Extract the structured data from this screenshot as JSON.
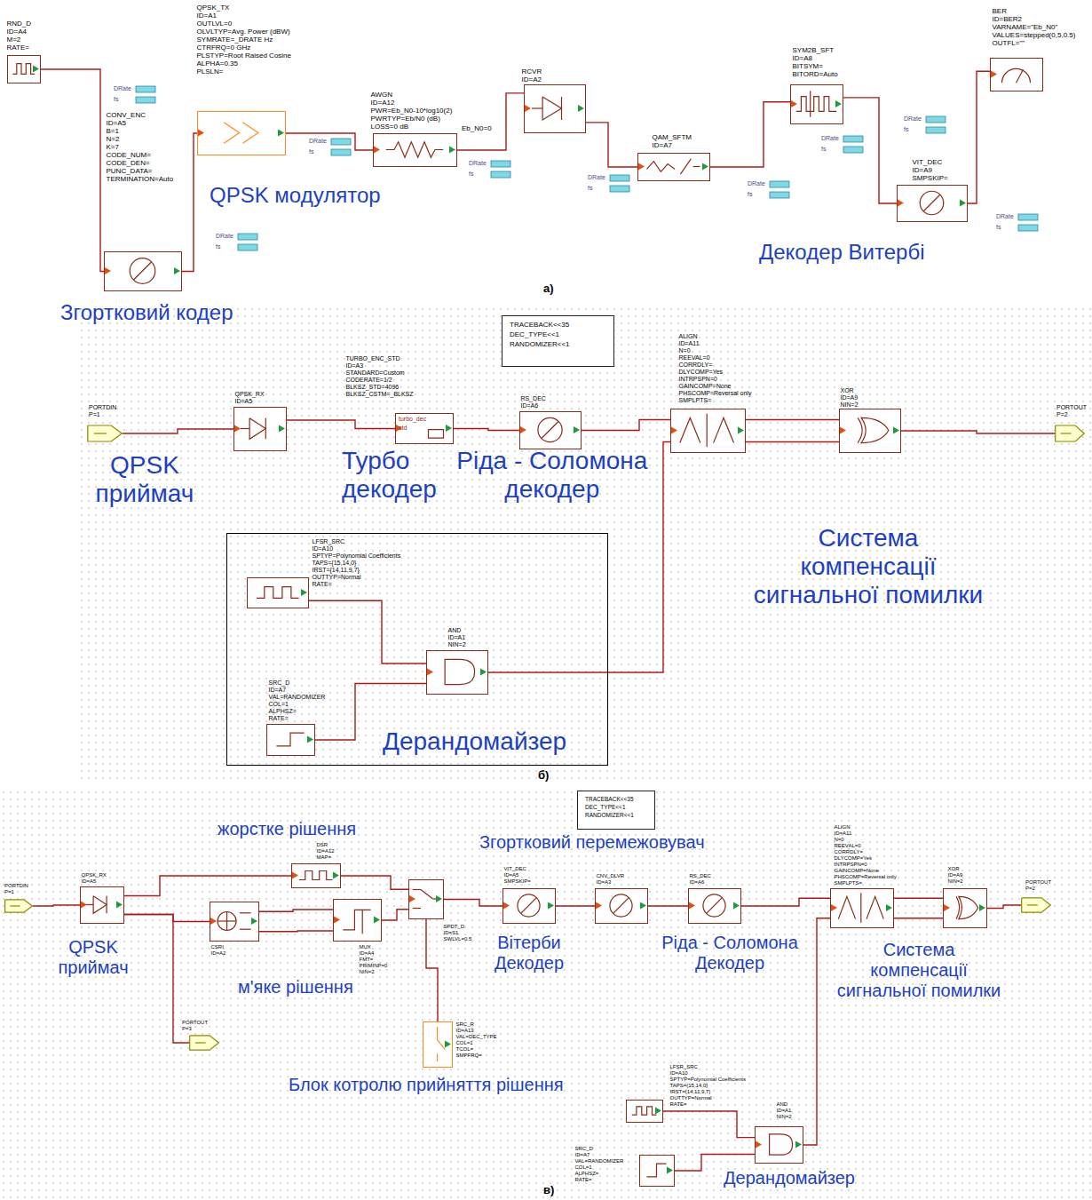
{
  "diagram": {
    "nodes": [
      {
        "text": [
          "RND_D",
          "ID=A4",
          "M=2",
          "RATE="
        ]
      },
      {
        "text": [
          "CONV_ENC",
          "ID=A5",
          "B=1",
          "N=2",
          "K=7",
          "CODE_NUM=",
          "CODE_DEN=",
          "PUNC_DATA=",
          "TERMINATION=Auto"
        ]
      },
      {
        "text": [
          "QPSK_TX",
          "ID=A1",
          "OUTLVL=0",
          "OLVLTYP=Avg. Power (dBW)",
          "SYMRATE=_DRATE Hz",
          "CTRFRQ=0 GHz",
          "PLSTYP=Root Raised Cosine",
          "ALPHA=0.35",
          "PLSLN="
        ]
      },
      {
        "text": [
          "AWGN",
          "ID=A12",
          "PWR=Eb_N0-10*log10(2)",
          "PWRTYP=Eb/N0 (dB)",
          "LOSS=0 dB"
        ]
      },
      {
        "text": [
          "RCVR",
          "ID=A2"
        ]
      },
      {
        "text": [
          "QAM_SFTM",
          "ID=A7"
        ]
      },
      {
        "text": [
          "SYM2B_SFT",
          "ID=A8",
          "BITSYM=",
          "BITORD=Auto"
        ]
      },
      {
        "text": [
          "VIT_DEC",
          "ID=A9",
          "SMPSKIP="
        ]
      },
      {
        "text": [
          "BER",
          "ID=BER2",
          "VARNAME=\"Eb_N0\"",
          "VALUES=stepped(0,5,0.5)",
          "OUTFL=\"\""
        ]
      },
      {
        "text": [
          "TRACEBACK<<35",
          "DEC_TYPE<<1",
          "RANDOMIZER<<1"
        ]
      },
      {
        "text": [
          "PORTDIN",
          "P=1"
        ]
      },
      {
        "text": [
          "QPSK_RX",
          "ID=A5"
        ]
      },
      {
        "text": [
          "TURBO_ENC_STD",
          "ID=A3",
          "STANDARD=Custom",
          "CODERATE=1/2",
          "BLKSZ_STD=4096",
          "BLKSZ_CSTM=_BLKSZ",
          "turbo_dec",
          "std"
        ]
      },
      {
        "text": [
          "RS_DEC",
          "ID=A6"
        ]
      },
      {
        "text": [
          "ALIGN",
          "ID=A11",
          "N=0",
          "REEVAL=0",
          "CORRDLY=",
          "DLYCOMP=Yes",
          "INTRPSPN=0",
          "GAINCOMP=None",
          "PHSCOMP=Reversal only",
          "SMPLPTS="
        ]
      },
      {
        "text": [
          "XOR",
          "ID=A9",
          "NIN=2"
        ]
      },
      {
        "text": [
          "PORTOUT",
          "P=2"
        ]
      },
      {
        "text": [
          "Дерандомайзер"
        ]
      },
      {
        "text": [
          "LFSR_SRC",
          "ID=A10",
          "SPTYP=Polynomial Coefficients",
          "TAPS={15,14,0}",
          "IRST={14,11,9,7}",
          "OUTTYP=Normal",
          "RATE="
        ],
        "in": 17
      },
      {
        "text": [
          "AND",
          "ID=A1",
          "NIN=2"
        ],
        "in": 17
      },
      {
        "text": [
          "SRC_D",
          "ID=A7",
          "VAL=RANDOMIZER",
          "COL=1",
          "ALPHSZ=",
          "RATE="
        ],
        "in": 17
      },
      {
        "text": [
          "TRACEBACK<<35",
          "DEC_TYPE<<1",
          "RANDOMIZER<<1"
        ]
      },
      {
        "text": [
          "PORTDIN",
          "P=1"
        ]
      },
      {
        "text": [
          "QPSK_RX",
          "ID=A5"
        ]
      },
      {
        "text": [
          "DSR",
          "ID=A12",
          "MAP="
        ]
      },
      {
        "text": [
          "CSRI",
          "ID=A2"
        ]
      },
      {
        "text": [
          "MUX",
          "ID=A4",
          "FMT=",
          "PRIMINP=0",
          "NIN=2"
        ]
      },
      {
        "text": [
          "SPDT_D",
          "ID=S1",
          "SWLVL=0.5"
        ]
      },
      {
        "text": [
          "SRC_R",
          "ID=A13",
          "VAL=DEC_TYPE",
          "COL=1",
          "TCOL=",
          "SMPFRQ="
        ]
      },
      {
        "text": [
          "PORTOUT",
          "P=3"
        ]
      },
      {
        "text": [
          "VIT_DEC",
          "ID=A5",
          "SMPSKIP="
        ]
      },
      {
        "text": [
          "CNV_DLVR",
          "ID=A3"
        ]
      },
      {
        "text": [
          "RS_DEC",
          "ID=A6"
        ]
      },
      {
        "text": [
          "ALIGN",
          "ID=A11",
          "N=0",
          "REEVAL=0",
          "CORRDLY=",
          "DLYCOMP=Yes",
          "INTRPSPN=0",
          "GAINCOMP=None",
          "PHSCOMP=Reversal only",
          "SMPLPTS="
        ]
      },
      {
        "text": [
          "XOR",
          "ID=A9",
          "NIN=2"
        ]
      },
      {
        "text": [
          "PORTOUT",
          "P=2"
        ]
      },
      {
        "text": [
          "LFSR_SRC",
          "ID=A10",
          "SPTYP=Polynomial Coefficients",
          "TAPS={15,14,0}",
          "IRST={14,11,9,7}",
          "OUTTYP=Normal",
          "RATE="
        ]
      },
      {
        "text": [
          "AND",
          "ID=A1",
          "NIN=2"
        ]
      },
      {
        "text": [
          "SRC_D",
          "ID=A7",
          "VAL=RANDOMIZER",
          "COL=1",
          "ALPHSZ=",
          "RATE="
        ]
      }
    ],
    "edges": [
      {
        "from": 0,
        "to": 1,
        "arrow": "none"
      },
      {
        "from": 1,
        "to": 2,
        "arrow": "none"
      },
      {
        "from": 2,
        "to": 3,
        "arrow": "none"
      },
      {
        "from": 3,
        "to": 4,
        "arrow": "none"
      },
      {
        "from": 4,
        "to": 5,
        "arrow": "none"
      },
      {
        "from": 5,
        "to": 6,
        "arrow": "none"
      },
      {
        "from": 6,
        "to": 7,
        "arrow": "none"
      },
      {
        "from": 7,
        "to": 8,
        "arrow": "none"
      },
      {
        "from": 10,
        "to": 11,
        "arrow": "none"
      },
      {
        "from": 11,
        "to": 12,
        "arrow": "none"
      },
      {
        "from": 12,
        "to": 13,
        "arrow": "none"
      },
      {
        "from": 13,
        "to": 14,
        "arrow": "none"
      },
      {
        "from": 14,
        "to": 15,
        "arrow": "none"
      },
      {
        "from": 14,
        "to": 15,
        "arrow": "none"
      },
      {
        "from": 15,
        "to": 16,
        "arrow": "none"
      },
      {
        "from": 18,
        "to": 19,
        "arrow": "none"
      },
      {
        "from": 20,
        "to": 19,
        "arrow": "none"
      },
      {
        "from": 19,
        "to": 14,
        "arrow": "none"
      },
      {
        "from": 22,
        "to": 23,
        "arrow": "none"
      },
      {
        "from": 23,
        "to": 24,
        "arrow": "none"
      },
      {
        "from": 23,
        "to": 25,
        "arrow": "none"
      },
      {
        "from": 23,
        "to": 29,
        "arrow": "none"
      },
      {
        "from": 25,
        "to": 26,
        "arrow": "none"
      },
      {
        "from": 25,
        "to": 26,
        "arrow": "none"
      },
      {
        "from": 24,
        "to": 27,
        "arrow": "none"
      },
      {
        "from": 26,
        "to": 27,
        "arrow": "none"
      },
      {
        "from": 28,
        "to": 27,
        "arrow": "none"
      },
      {
        "from": 27,
        "to": 30,
        "arrow": "none"
      },
      {
        "from": 30,
        "to": 31,
        "arrow": "none"
      },
      {
        "from": 31,
        "to": 32,
        "arrow": "none"
      },
      {
        "from": 32,
        "to": 33,
        "arrow": "none"
      },
      {
        "from": 33,
        "to": 34,
        "arrow": "none"
      },
      {
        "from": 33,
        "to": 34,
        "arrow": "none"
      },
      {
        "from": 34,
        "to": 35,
        "arrow": "none"
      },
      {
        "from": 37,
        "to": 33,
        "arrow": "none"
      },
      {
        "from": 36,
        "to": 37,
        "arrow": "none"
      },
      {
        "from": 38,
        "to": 37,
        "arrow": "none"
      }
    ],
    "labels": [
      "Згортковий кодер",
      "QPSK модулятор",
      "Декодер Витербі",
      "Eb_N0=0",
      "DRate",
      "fs",
      "DRate",
      "fs",
      "DRate",
      "fs",
      "DRate",
      "fs",
      "DRate",
      "fs",
      "DRate",
      "fs",
      "DRate",
      "fs",
      "DRate",
      "fs",
      "DRate",
      "fs",
      "а)",
      "QPSK приймач",
      "Турбо декодер",
      "Ріда - Соломона декодер",
      "Система компенсації сигнальної помилки",
      "б)",
      "жорстке рішення",
      "Згортковий перемежовувач",
      "QPSK приймач",
      "м'яке рішення",
      "Вітерби Декодер",
      "Ріда - Соломона Декодер",
      "Система компенсації сигнальної помилки",
      "Блок котролю прийняття рішення",
      "Дерандомайзер",
      "в)"
    ]
  }
}
